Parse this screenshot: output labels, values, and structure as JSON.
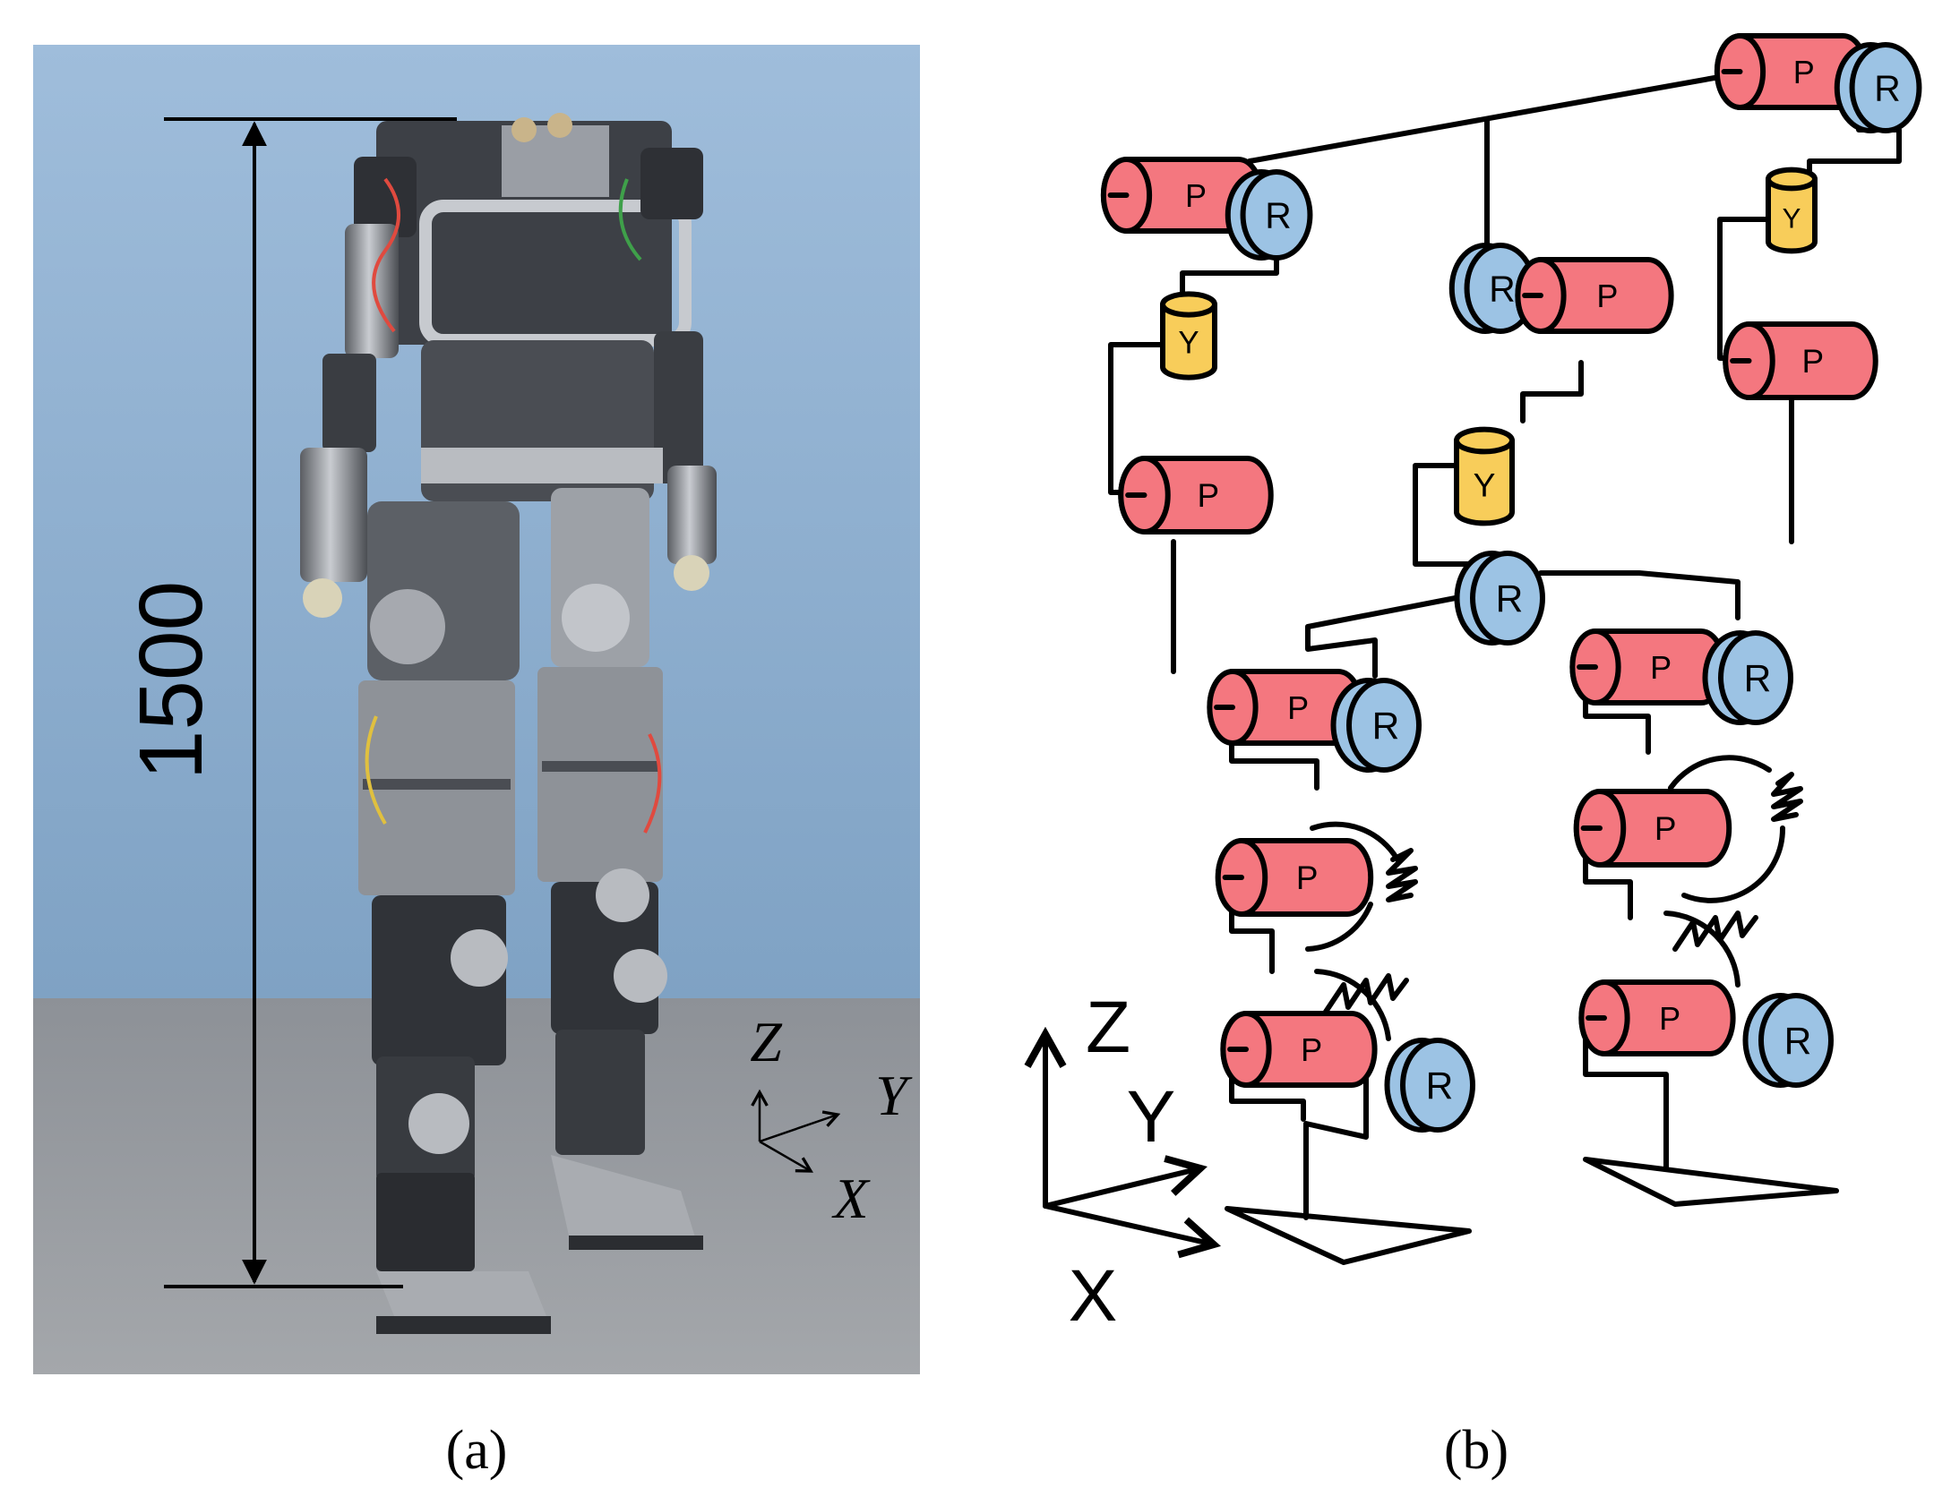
{
  "panel_a": {
    "caption": "(a)",
    "height_label": "1500",
    "axes": {
      "z": "Z",
      "y": "Y",
      "x": "X"
    }
  },
  "panel_b": {
    "caption": "(b)",
    "axes": {
      "z": "Z",
      "y": "Y",
      "x": "X"
    },
    "joint_letters": {
      "pitch": "P",
      "roll": "R",
      "yaw": "Y"
    }
  },
  "colors": {
    "pitch": "#f4777f",
    "roll": "#9cc3e4",
    "yaw": "#f8cd5a",
    "backdrop": "#8fb0d0",
    "floor": "#8c8f94"
  }
}
